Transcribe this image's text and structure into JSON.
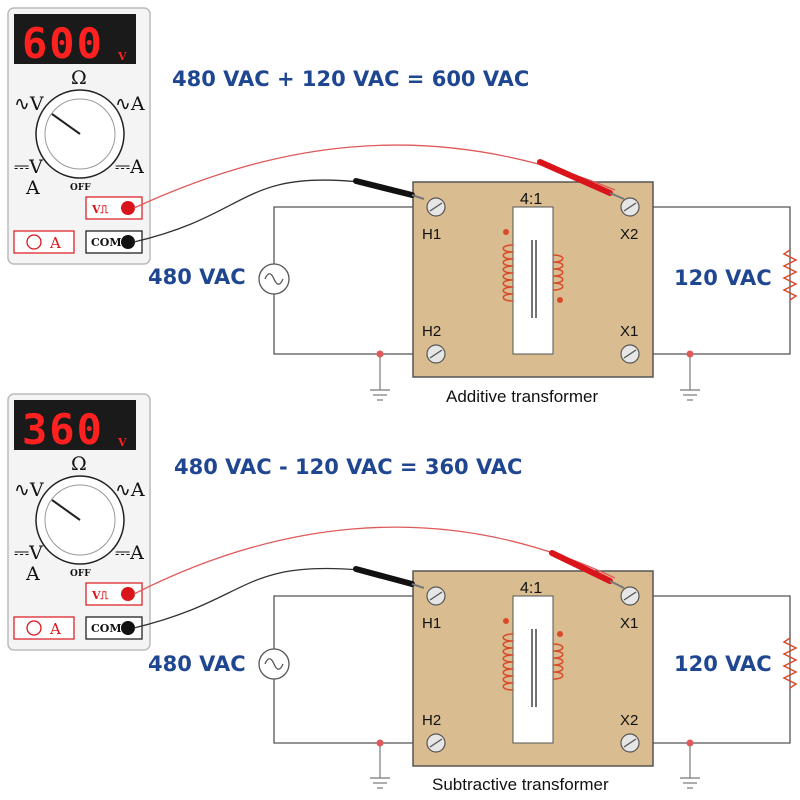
{
  "colors": {
    "label_blue": "#1f4691",
    "transformer_fill": "#d9bc8f",
    "lead_red": "#d9141b",
    "display_bg": "#1a1a1a",
    "digit_red": "#ff2020",
    "coil": "#d94a2a"
  },
  "meter": {
    "dial_ohm": "Ω",
    "dial_acv": "∿V",
    "dial_aca": "∿A",
    "dial_dcv": "⎓V",
    "dial_dca": "⎓A",
    "dial_amp": "A",
    "dial_off": "OFF",
    "jack_v": "V⎍",
    "jack_com": "COM",
    "jack_a": "A",
    "unit": "V"
  },
  "panels": [
    {
      "reading": "600",
      "equation": "480 VAC + 120 VAC = 600 VAC",
      "ratio": "4:1",
      "terminal_top_left": "H1",
      "terminal_bottom_left": "H2",
      "terminal_top_right": "X2",
      "terminal_bottom_right": "X1",
      "source_label": "480 VAC",
      "load_label": "120 VAC",
      "caption": "Additive transformer"
    },
    {
      "reading": "360",
      "equation": "480 VAC - 120 VAC = 360 VAC",
      "ratio": "4:1",
      "terminal_top_left": "H1",
      "terminal_bottom_left": "H2",
      "terminal_top_right": "X1",
      "terminal_bottom_right": "X2",
      "source_label": "480 VAC",
      "load_label": "120 VAC",
      "caption": "Subtractive transformer"
    }
  ]
}
